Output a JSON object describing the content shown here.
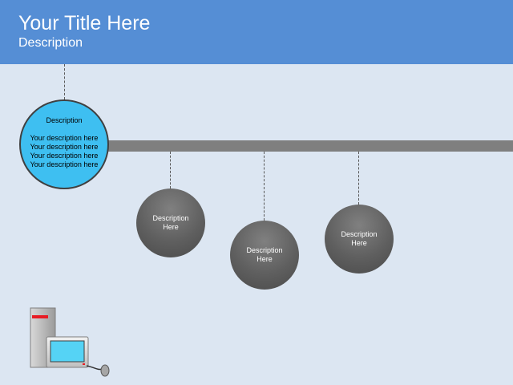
{
  "header": {
    "title": "Your Title Here",
    "subtitle": "Description"
  },
  "main_bubble": {
    "heading": "Description",
    "lines": [
      "Your description here",
      "Your description here",
      "Your description here",
      "Your description here"
    ]
  },
  "bubbles": [
    {
      "line1": "Description",
      "line2": "Here"
    },
    {
      "line1": "Description",
      "line2": "Here"
    },
    {
      "line1": "Description",
      "line2": "Here"
    }
  ],
  "icons": {
    "computer": "desktop-computer-icon"
  },
  "colors": {
    "header": "#558ed5",
    "background": "#dce6f2",
    "timeline_bar": "#7f7f7f",
    "main_bubble": "#3ebff1",
    "grey_bubble": "#5f5f5f",
    "monitor_screen": "#55d3f5",
    "tower_stripe": "#e81c24"
  }
}
